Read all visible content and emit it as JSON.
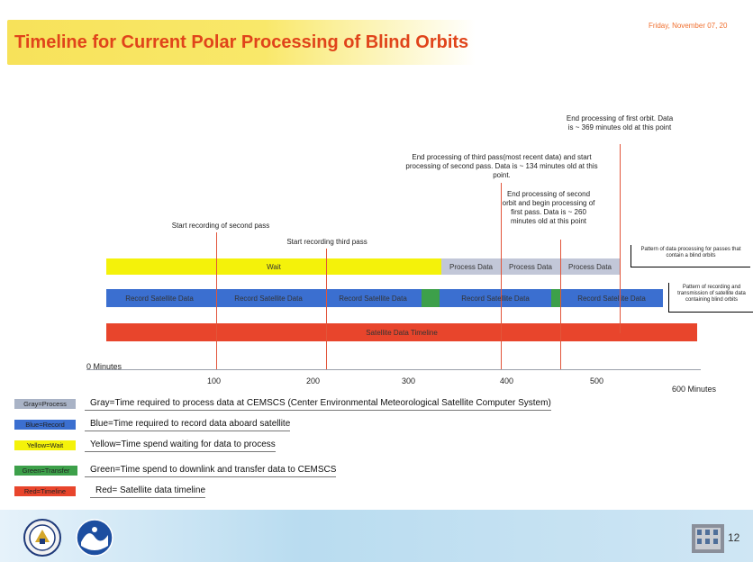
{
  "title": "Timeline for Current Polar Processing of Blind Orbits",
  "date": "Friday, November 07, 20",
  "annotations": {
    "start_second_pass": "Start recording of second pass",
    "start_third_pass": "Start recording third pass",
    "end_third_pass": "End processing of third pass(most recent data) and start processing of second pass. Data is ~ 134 minutes old at this point.",
    "end_second_orbit": "End processing of second orbit and begin processing of first pass.  Data is ~ 260 minutes old at this point",
    "end_first_orbit": "End processing of first orbit.  Data is ~ 369 minutes old at this point"
  },
  "side_boxes": {
    "processing": "Pattern of data processing  for passes that contain a blind orbits",
    "recording": "Pattern of recording and transmission of satellite data containing blind orbits"
  },
  "bars": {
    "wait": "Wait",
    "process_labels": [
      "Process Data",
      "Process Data",
      "Process Data"
    ],
    "record_labels": [
      "Record Satellite Data",
      "Record Satellite Data",
      "Record Satellite Data",
      "Record Satellite Data",
      "Record Satellite Data"
    ],
    "timeline": "Satellite Data Timeline"
  },
  "axis": {
    "start": "0 Minutes",
    "ticks": [
      "100",
      "200",
      "300",
      "400",
      "500"
    ],
    "end": "600 Minutes"
  },
  "legend": [
    {
      "swatch": "Gray=Process",
      "text": "Gray=Time required to process data at CEMSCS (Center Environmental Meteorological Satellite Computer System)",
      "color": "#a9b3c6"
    },
    {
      "swatch": "Blue=Record",
      "text": "Blue=Time required to record data aboard satellite",
      "color": "#3b6fd0"
    },
    {
      "swatch": "Yellow=Wait",
      "text": "Yellow=Time spend waiting for data to process",
      "color": "#f4f20a"
    },
    {
      "swatch": "Green=Transfer",
      "text": "Green=Time spend to downlink and transfer data to CEMSCS",
      "color": "#3da04a"
    },
    {
      "swatch": "Red=Timeline",
      "text": "Red= Satellite data timeline",
      "color": "#e8452c"
    }
  ],
  "page_number": "12",
  "colors": {
    "title": "#e0441a",
    "wait": "#f4f20a",
    "process": "#c2c7d8",
    "record": "#3b6fd0",
    "transfer": "#3da04a",
    "timeline": "#e8452c",
    "marker": "#e2553a"
  }
}
